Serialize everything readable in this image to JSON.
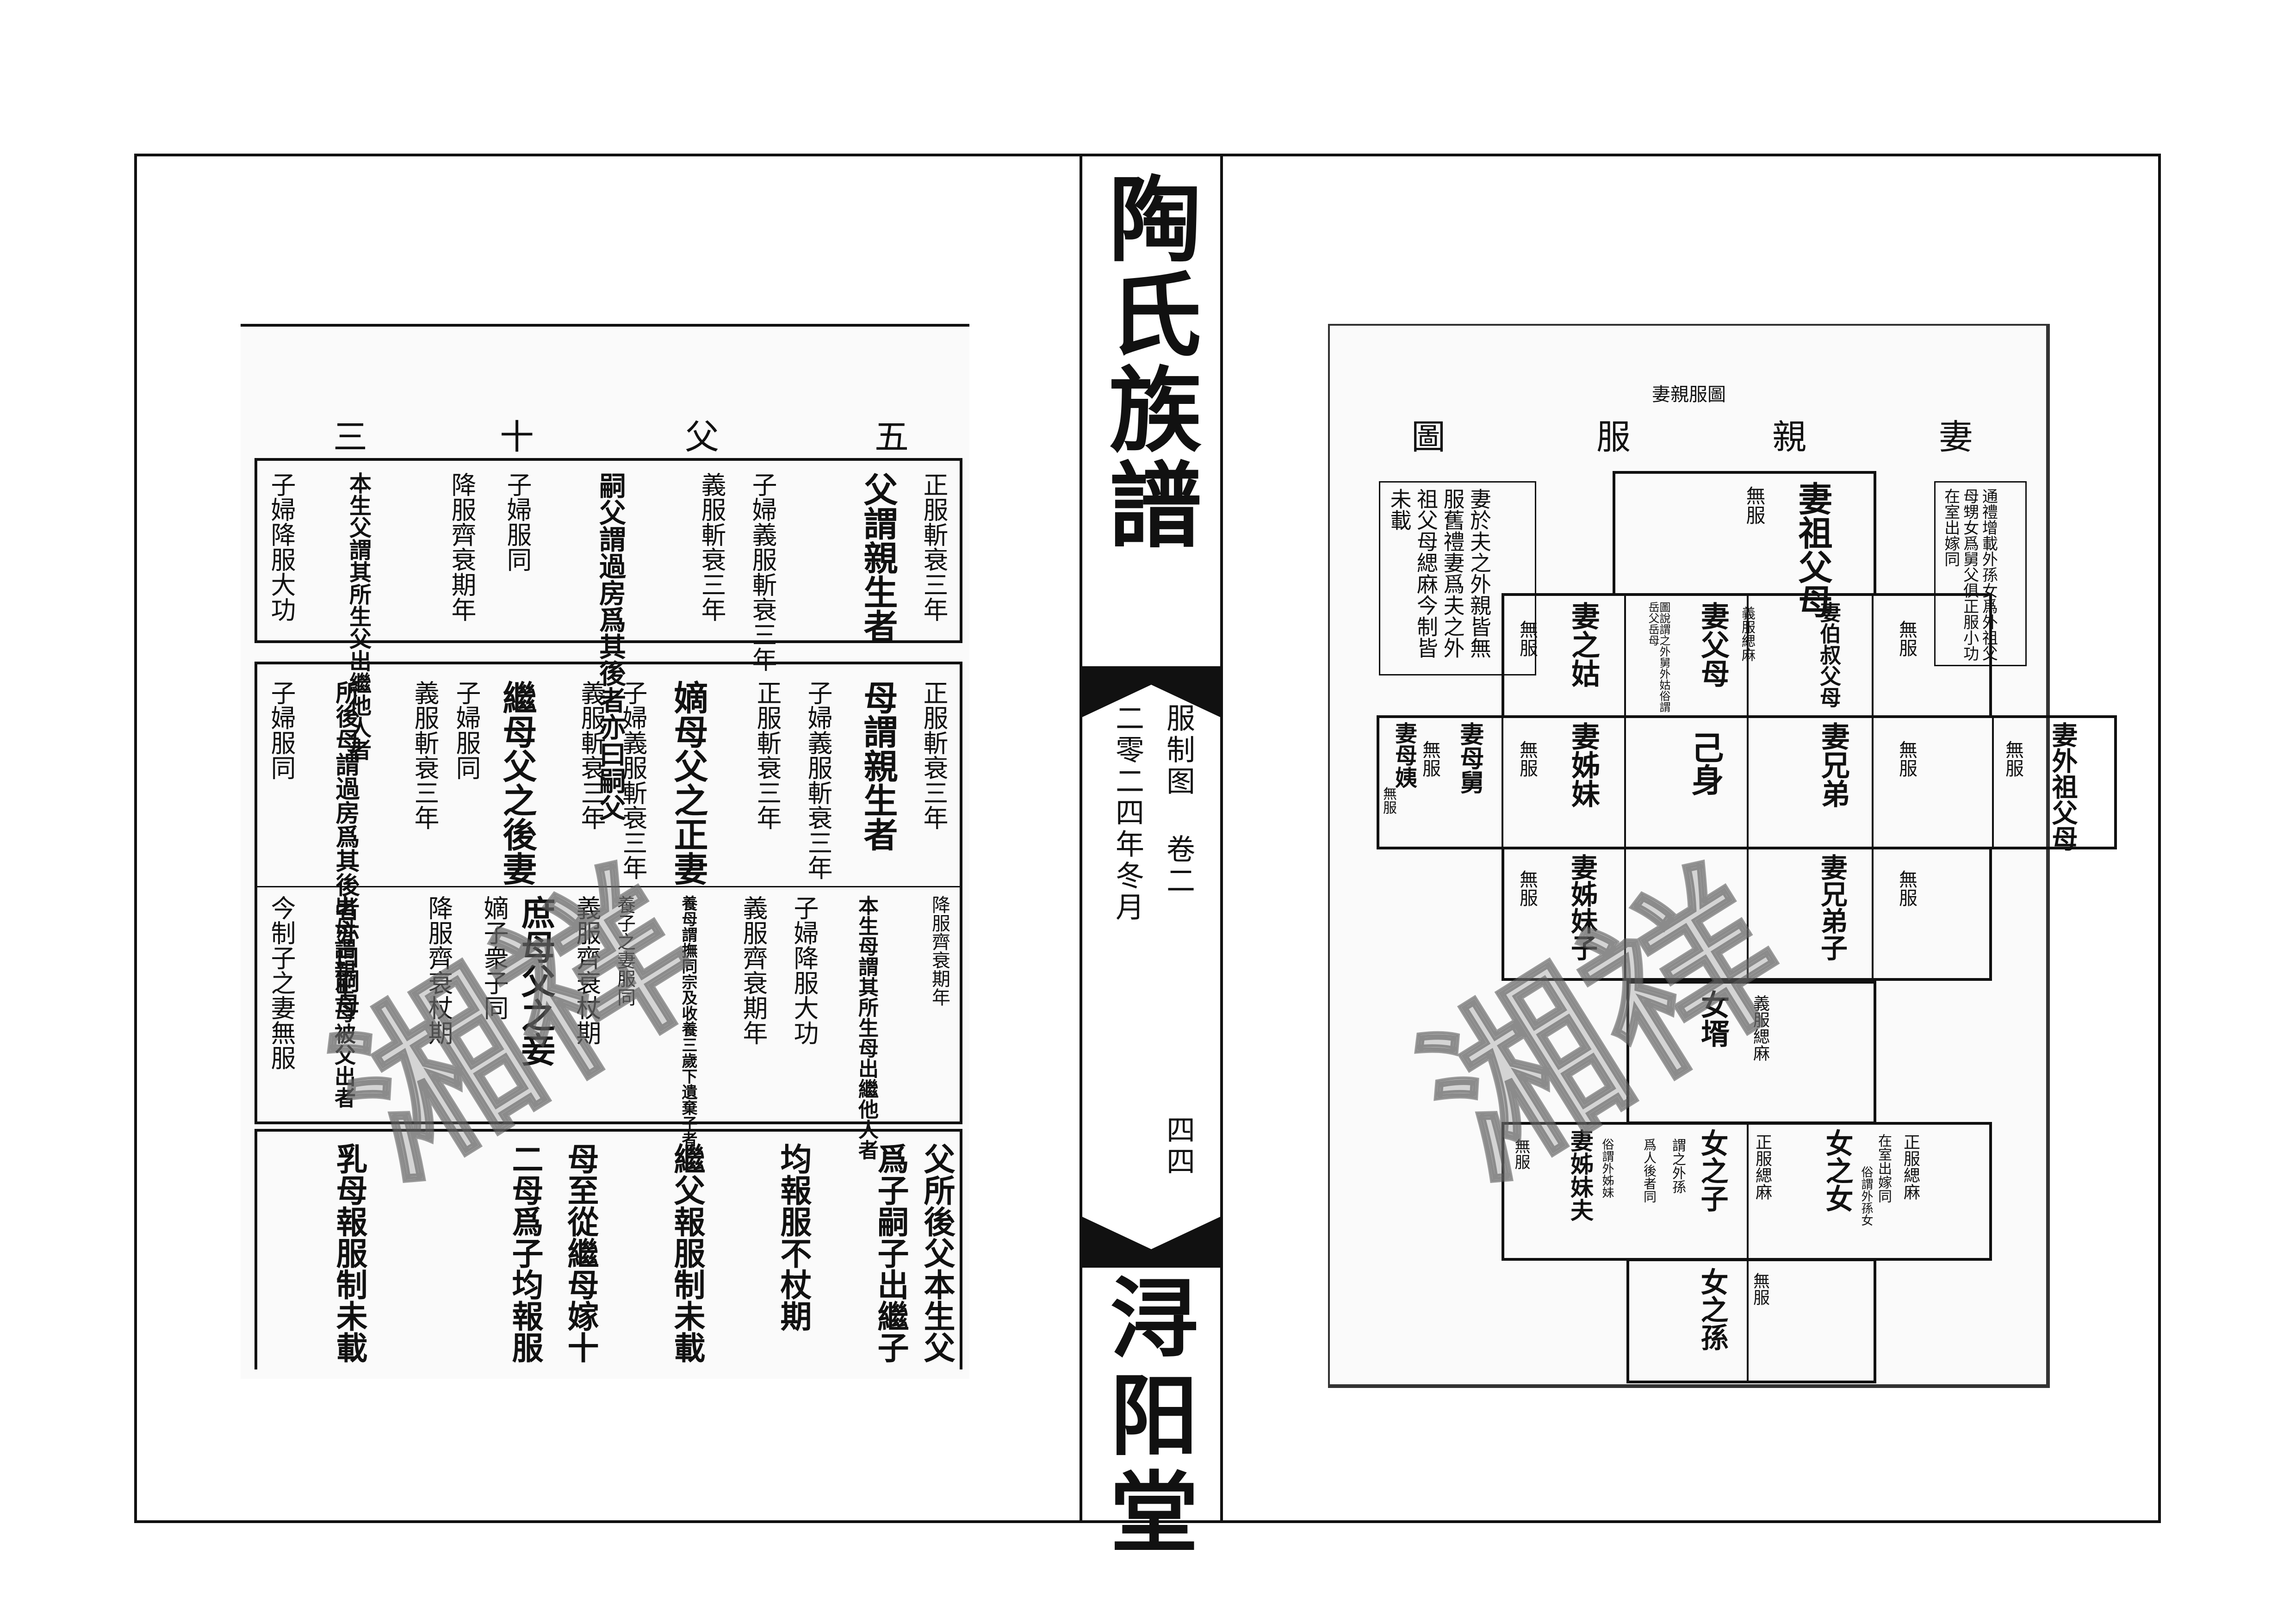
{
  "spine": {
    "title": "陶氏族譜",
    "section": "服制图 卷二",
    "date": "二零二四年冬月",
    "page_number": "四四",
    "publisher": "浔阳堂"
  },
  "left_page": {
    "header": [
      "三",
      "十",
      "父",
      "五"
    ],
    "rows": [
      {
        "columns": [
          "正服斬衰三年",
          "父謂親生者",
          "子婦義服斬衰三年",
          "義服斬衰三年",
          "嗣父謂過房爲其後者亦曰嗣父",
          "子婦服同",
          "降服齊衰期年",
          "本生父謂其所生父出繼他人者",
          "子婦降服大功"
        ]
      },
      {
        "columns": [
          "正服斬衰三年",
          "母謂親生者",
          "子婦義服斬衰三年",
          "正服斬衰三年",
          "嫡母父之正妻",
          "子婦義服斬衰三年",
          "義服斬衰三年",
          "繼母父之後妻",
          "子婦服同",
          "義服斬衰三年",
          "所後母謂過房爲其後者亦曰嗣母",
          "子婦服同"
        ]
      },
      {
        "columns": [
          "降服齊衰期年",
          "本生母謂其所生母出繼他人者",
          "子婦降服大功",
          "義服齊衰期年",
          "養母謂撫同宗及收養三歲下遺棄子者",
          "養子之妻服同",
          "義服齊衰杖期",
          "庶母父之妾",
          "嫡子衆子同",
          "降服齊衰杖期",
          "出母謂親生母被父出者",
          "今制子之妻無服"
        ]
      },
      {
        "columns": [
          "父所後父本生父",
          "爲子嗣子出繼子",
          "均報服不杖期",
          "繼父報服制未載",
          "母至從繼母嫁十",
          "二母爲子均報服",
          "乳母報服制未載"
        ]
      }
    ]
  },
  "right_page": {
    "title": "妻親服圖",
    "side_notes": [
      "通禮增載外孫女爲外祖父母甥女爲舅父俱正服小功在室出嫁同",
      "妻於夫之外親皆無服舊禮妻爲夫之外祖父母緦麻今制皆未載"
    ],
    "cells": {
      "wife_grandparents": "妻祖父母",
      "wife_grandparents_mourning": "無服",
      "wife_parents": "妻父母",
      "wife_parents_mourning": "義服緦麻",
      "wife_parents_note": "圖說謂之外舅外姑俗謂岳父岳母",
      "wife_aunt": "妻之姑",
      "wife_aunt_mourning": "無服",
      "wife_uncle": "妻伯叔父母",
      "wife_uncle_mourning": "無服",
      "wife_maternal_grandparents": "妻外祖父母",
      "wife_maternal_grandparents_mourning": "無服",
      "wife_maternal_uncle": "妻母舅",
      "wife_maternal_uncle_mourning": "無服",
      "wife_maternal_aunt": "妻母姨",
      "wife_maternal_aunt_mourning": "無服",
      "wife_sisters": "妻姊妹",
      "wife_sisters_mourning": "無服",
      "self": "己身",
      "wife_brothers": "妻兄弟",
      "wife_brothers_mourning": "無服",
      "wife_sisters_children": "妻姊妹子",
      "wife_sisters_children_mourning": "無服",
      "wife_brothers_sons": "妻兄弟子",
      "wife_brothers_sons_mourning": "無服",
      "son_in_law": "女壻",
      "son_in_law_mourning": "義服緦麻",
      "daughter_son": "女之子",
      "daughter_son_note": "謂之外孫",
      "daughter_son_mourning": "正服緦麻",
      "daughter_son_sub": "爲人後者同",
      "daughter_daughter": "女之女",
      "daughter_daughter_note": "俗謂外孫女",
      "daughter_daughter_mourning": "正服緦麻",
      "daughter_daughter_sub": "在室出嫁同",
      "wife_sisters_husband": "妻姊妹夫",
      "wife_sisters_husband_note": "俗謂外姊妹",
      "wife_sisters_husband_mourning": "無服",
      "daughter_grandchild": "女之孫",
      "daughter_grandchild_mourning": "無服"
    }
  },
  "watermark": {
    "left": "湘祥",
    "right": "湘祥"
  }
}
